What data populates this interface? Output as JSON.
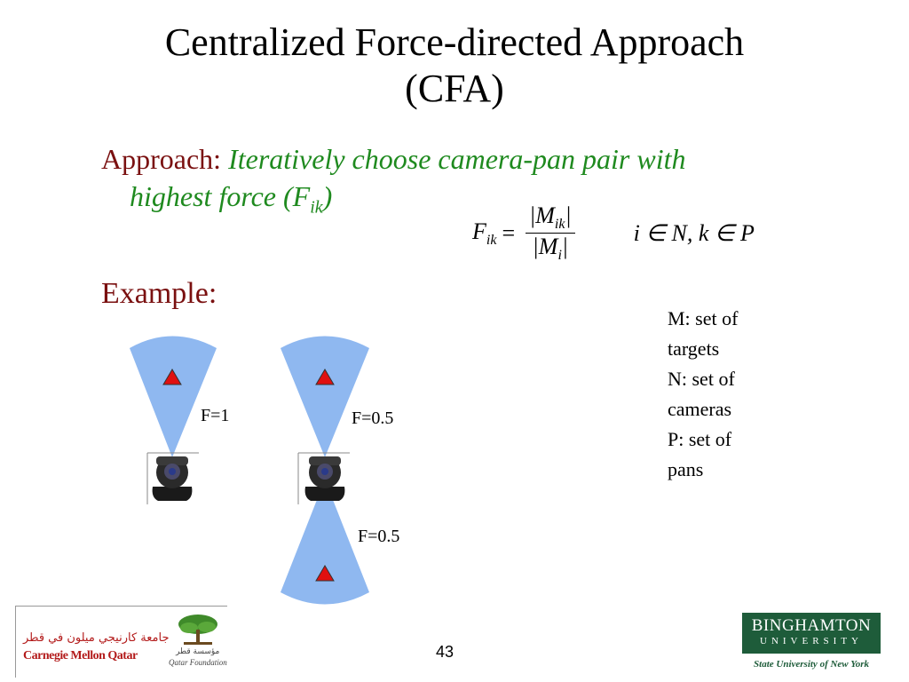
{
  "slide": {
    "title_line1": "Centralized Force-directed Approach",
    "title_line2": "(CFA)",
    "approach_label": "Approach:",
    "approach_text_1": "Iteratively choose camera-pan pair with",
    "approach_text_2": "highest force (F",
    "approach_sub": "ik",
    "approach_close": ")",
    "formula": {
      "lhs": "F",
      "lhs_sub": "ik",
      "eq": "=",
      "num": "|M",
      "num_sub": "ik",
      "num_close": "|",
      "den": "|M",
      "den_sub": "i",
      "den_close": "|",
      "condition": "i ∈ N, k ∈ P"
    },
    "example_label": "Example:",
    "definitions": [
      "M: set of\ntargets",
      "N: set of\ncameras",
      "P: set of\npans"
    ],
    "force_labels": [
      "F=1",
      "F=0.5",
      "F=0.5"
    ],
    "page_number": "43"
  },
  "logos": {
    "left_arabic": "جامعة كارنيجي ميلون في قطر",
    "left_brand": "Carnegie Mellon Qatar",
    "left_foundation_ar": "مؤسسة قطر",
    "left_foundation": "Qatar Foundation",
    "right_brand_1": "BINGHAMTON",
    "right_brand_2": "UNIVERSITY",
    "right_tagline": "State University of New York"
  },
  "colors": {
    "title_text": "#000000",
    "approach_label": "#7a1010",
    "approach_text": "#1f8a1f",
    "fov_cone": "#8fb8f0",
    "target": "#e01010",
    "binghamton_green": "#1e5c3a",
    "cmu_red": "#b31b1b"
  },
  "icons": [
    "camera-icon",
    "target-triangle-icon",
    "tree-icon"
  ]
}
